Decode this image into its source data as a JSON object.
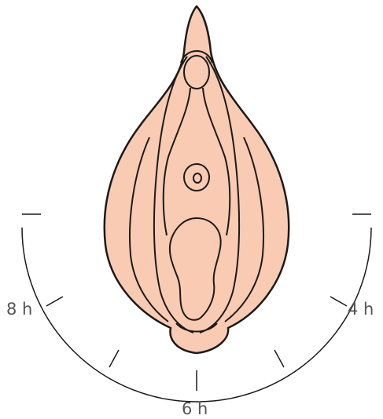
{
  "colors": {
    "skin": "#f9cbb2",
    "outline": "#1a1a1a",
    "scale_line": "#1a1a1a",
    "label_text": "#555555",
    "background": "#ffffff"
  },
  "clock_labels": {
    "left": "8 h",
    "bottom": "6 h",
    "right": "4 h"
  }
}
